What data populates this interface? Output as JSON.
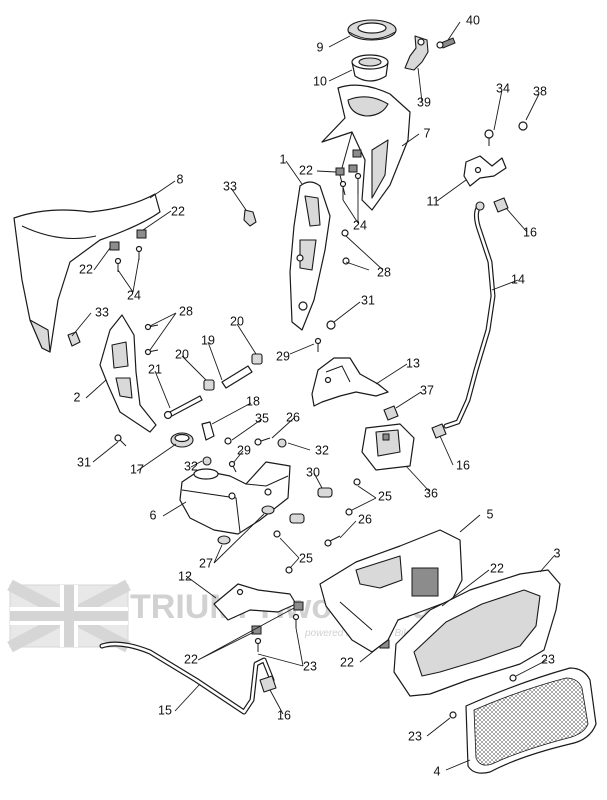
{
  "watermark": {
    "brand": "TRIUMPHworldwide",
    "tagline": "powered by Pattern Bike Bude"
  },
  "callouts": {
    "c1": "1",
    "c2": "2",
    "c3": "3",
    "c4": "4",
    "c5": "5",
    "c6": "6",
    "c7": "7",
    "c8": "8",
    "c9": "9",
    "c10": "10",
    "c11": "11",
    "c12": "12",
    "c13": "13",
    "c14": "14",
    "c15": "15",
    "c16a": "16",
    "c16b": "16",
    "c16c": "16",
    "c17": "17",
    "c18": "18",
    "c19": "19",
    "c20a": "20",
    "c20b": "20",
    "c21": "21",
    "c22a": "22",
    "c22b": "22",
    "c22c": "22",
    "c22d": "22",
    "c22e": "22",
    "c22f": "22",
    "c23a": "23",
    "c23b": "23",
    "c23c": "23",
    "c24a": "24",
    "c24b": "24",
    "c25a": "25",
    "c25b": "25",
    "c26a": "26",
    "c26b": "26",
    "c27": "27",
    "c28a": "28",
    "c28b": "28",
    "c29a": "29",
    "c29b": "29",
    "c30": "30",
    "c31a": "31",
    "c31b": "31",
    "c32a": "32",
    "c32b": "32",
    "c33a": "33",
    "c33b": "33",
    "c34": "34",
    "c35": "35",
    "c36": "36",
    "c37": "37",
    "c38": "38",
    "c39": "39",
    "c40": "40"
  }
}
